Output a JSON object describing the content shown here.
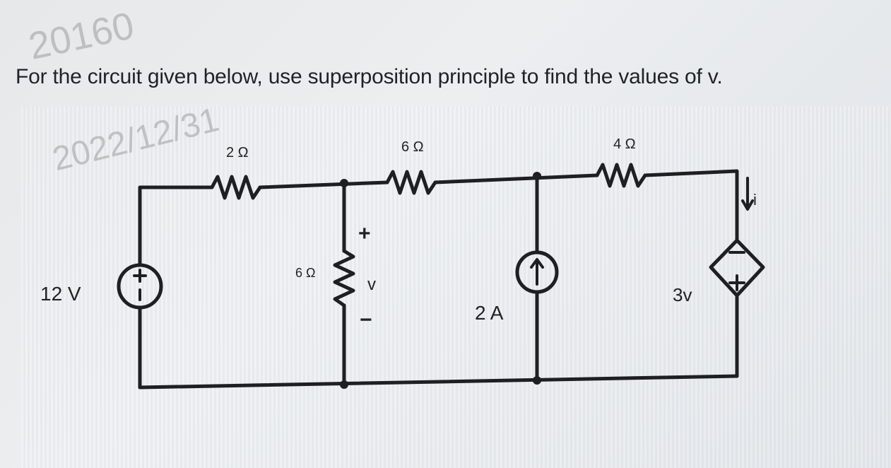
{
  "question_text": "For the circuit given below, use superposition principle to find the values of v.",
  "watermark": {
    "number": "20160",
    "date": "2022/12/31"
  },
  "circuit": {
    "resistor_top_left": "2 Ω",
    "resistor_top_mid": "6 Ω",
    "resistor_top_right": "4 Ω",
    "resistor_vertical": "6 Ω",
    "voltage_source": "12 V",
    "current_source": "2 A",
    "dependent_source": "3v",
    "voltage_label": "v",
    "plus_sign": "+",
    "minus_sign": "−",
    "current_label": "i"
  }
}
